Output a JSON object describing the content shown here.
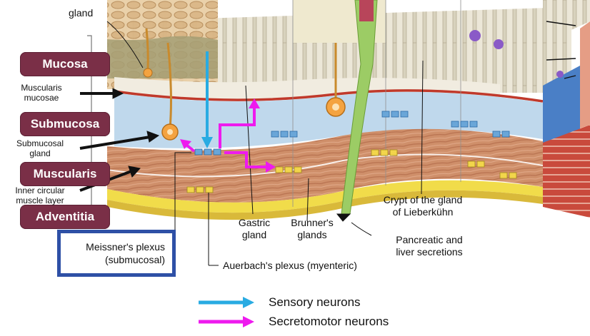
{
  "layer_tags": {
    "mucosa": "Mucosa",
    "submucosa": "Submucosa",
    "muscularis": "Muscularis",
    "adventitia": "Adventitia"
  },
  "labels": {
    "gland_top": "gland",
    "muscularis_mucosae_1": "Muscularis",
    "muscularis_mucosae_2": "mucosae",
    "submucosal_gland_1": "Submucosal",
    "submucosal_gland_2": "gland",
    "inner_circular_1": "Inner circular",
    "inner_circular_2": "muscle layer",
    "gastric_gland_1": "Gastric",
    "gastric_gland_2": "gland",
    "brunners_1": "Brunner's",
    "brunners_2": "glands",
    "crypt_1": "Crypt of the gland",
    "crypt_2": "of Lieberkühn",
    "pancreatic_1": "Pancreatic and",
    "pancreatic_2": "liver secretions",
    "auerbach": "Auerbach's plexus (myenteric)",
    "meissner_1": "Meissner's plexus",
    "meissner_2": "(submucosal)"
  },
  "legend": {
    "sensory": "Sensory neurons",
    "secretomotor": "Secretomotor neurons"
  },
  "colors": {
    "sensory_arrow": "#29abe2",
    "secretomotor_arrow": "#ee1aee",
    "layer_tag": "#7a2f47",
    "meissner_box_border": "#2e50a6"
  }
}
